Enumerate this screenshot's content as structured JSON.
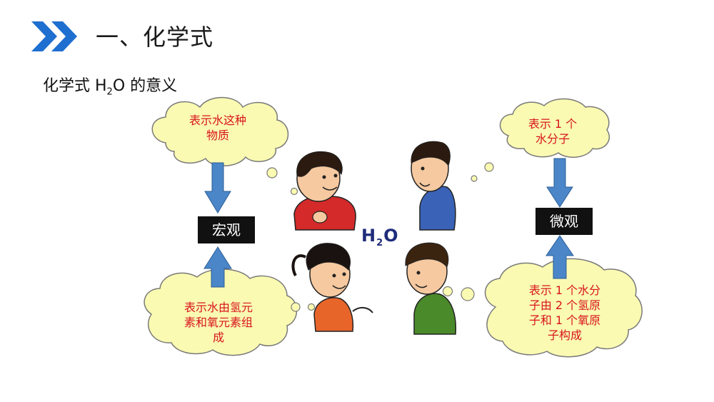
{
  "header": {
    "title": "一、化学式",
    "accent_color": "#1e6fd0"
  },
  "subtitle": {
    "prefix": "化学式 H",
    "sub": "2",
    "suffix": "O 的意义"
  },
  "center_formula": {
    "main": "H",
    "sub": "2",
    "tail": "O"
  },
  "macro": {
    "label": "宏观",
    "top_cloud": [
      "表示水这种",
      "物质"
    ],
    "bottom_cloud": [
      "表示水由氢元",
      "素和氧元素组",
      "成"
    ]
  },
  "micro": {
    "label": "微观",
    "top_cloud": [
      "表示 1 个",
      "水分子"
    ],
    "bottom_cloud": [
      "表示 1 个水分",
      "子由 2 个氢原",
      "子和 1 个氧原",
      "子构成"
    ]
  },
  "colors": {
    "cloud_fill": "#fafab2",
    "cloud_stroke": "#7a7a7a",
    "arrow_fill": "#4a86c8",
    "cloud_text": "#d8141c"
  },
  "icons": [
    "double-chevron-icon",
    "boy-red-shirt-icon",
    "man-blue-shirt-icon",
    "girl-orange-shirt-icon",
    "boy-green-shirt-icon"
  ]
}
